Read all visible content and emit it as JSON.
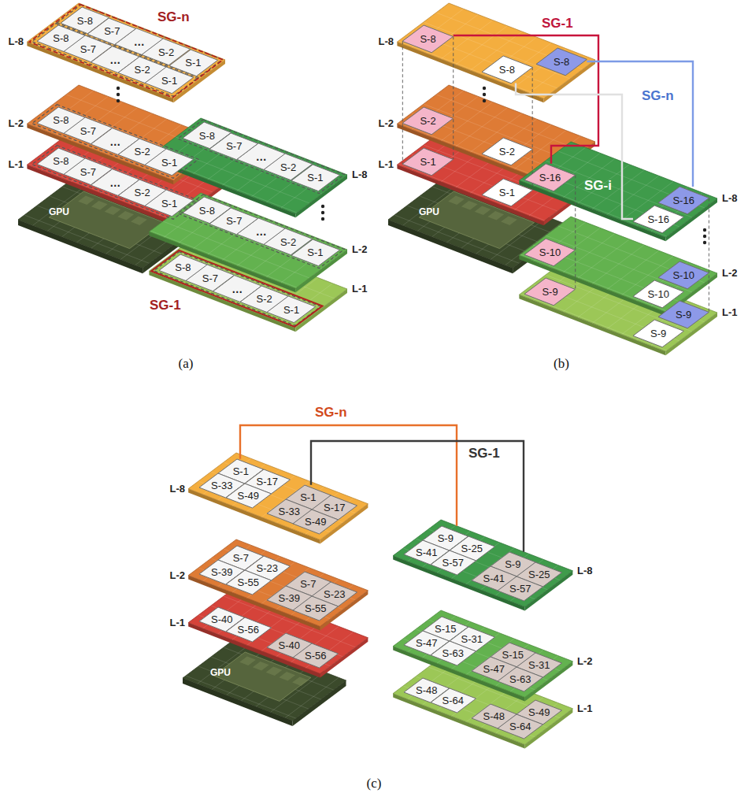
{
  "diagram": {
    "nodes": [
      {
        "text": [
          "S-8"
        ]
      },
      {
        "text": [
          "S-7"
        ]
      },
      {
        "text": [
          "S-2"
        ]
      },
      {
        "text": [
          "S-1"
        ]
      },
      {
        "text": [
          "S-8"
        ]
      },
      {
        "text": [
          "S-7"
        ]
      },
      {
        "text": [
          "S-2"
        ]
      },
      {
        "text": [
          "S-1"
        ]
      },
      {
        "text": [
          "S-8"
        ]
      },
      {
        "text": [
          "S-7"
        ]
      },
      {
        "text": [
          "S-2"
        ]
      },
      {
        "text": [
          "S-1"
        ]
      },
      {
        "text": [
          "S-8"
        ]
      },
      {
        "text": [
          "S-7"
        ]
      },
      {
        "text": [
          "S-2"
        ]
      },
      {
        "text": [
          "S-1"
        ]
      },
      {
        "text": [
          "S-8"
        ]
      },
      {
        "text": [
          "S-7"
        ]
      },
      {
        "text": [
          "S-2"
        ]
      },
      {
        "text": [
          "S-1"
        ]
      },
      {
        "text": [
          "S-8"
        ]
      },
      {
        "text": [
          "S-7"
        ]
      },
      {
        "text": [
          "S-2"
        ]
      },
      {
        "text": [
          "S-1"
        ]
      },
      {
        "text": [
          "S-8"
        ]
      },
      {
        "text": [
          "S-7"
        ]
      },
      {
        "text": [
          "S-2"
        ]
      },
      {
        "text": [
          "S-1"
        ]
      },
      {
        "text": [
          "S-8"
        ]
      },
      {
        "text": [
          "S-8"
        ]
      },
      {
        "text": [
          "S-8"
        ]
      },
      {
        "text": [
          "S-2"
        ]
      },
      {
        "text": [
          "S-2"
        ]
      },
      {
        "text": [
          "S-1"
        ]
      },
      {
        "text": [
          "S-1"
        ]
      },
      {
        "text": [
          "S-16"
        ]
      },
      {
        "text": [
          "S-16"
        ]
      },
      {
        "text": [
          "S-16"
        ]
      },
      {
        "text": [
          "S-10"
        ]
      },
      {
        "text": [
          "S-10"
        ]
      },
      {
        "text": [
          "S-10"
        ]
      },
      {
        "text": [
          "S-9"
        ]
      },
      {
        "text": [
          "S-9"
        ]
      },
      {
        "text": [
          "S-9"
        ]
      },
      {
        "text": [
          "S-1"
        ]
      },
      {
        "text": [
          "S-33"
        ]
      },
      {
        "text": [
          "S-17"
        ]
      },
      {
        "text": [
          "S-49"
        ]
      },
      {
        "text": [
          "S-1"
        ]
      },
      {
        "text": [
          "S-33"
        ]
      },
      {
        "text": [
          "S-17"
        ]
      },
      {
        "text": [
          "S-49"
        ]
      },
      {
        "text": [
          "S-7"
        ]
      },
      {
        "text": [
          "S-39"
        ]
      },
      {
        "text": [
          "S-23"
        ]
      },
      {
        "text": [
          "S-55"
        ]
      },
      {
        "text": [
          "S-7"
        ]
      },
      {
        "text": [
          "S-39"
        ]
      },
      {
        "text": [
          "S-23"
        ]
      },
      {
        "text": [
          "S-55"
        ]
      },
      {
        "text": [
          "S-40"
        ]
      },
      {
        "text": [
          "S-56"
        ]
      },
      {
        "text": [
          "S-40"
        ]
      },
      {
        "text": [
          "S-56"
        ]
      },
      {
        "text": [
          "S-9"
        ]
      },
      {
        "text": [
          "S-41"
        ]
      },
      {
        "text": [
          "S-25"
        ]
      },
      {
        "text": [
          "S-57"
        ]
      },
      {
        "text": [
          "S-9"
        ]
      },
      {
        "text": [
          "S-41"
        ]
      },
      {
        "text": [
          "S-25"
        ]
      },
      {
        "text": [
          "S-57"
        ]
      },
      {
        "text": [
          "S-15"
        ]
      },
      {
        "text": [
          "S-47"
        ]
      },
      {
        "text": [
          "S-31"
        ]
      },
      {
        "text": [
          "S-63"
        ]
      },
      {
        "text": [
          "S-15"
        ]
      },
      {
        "text": [
          "S-47"
        ]
      },
      {
        "text": [
          "S-31"
        ]
      },
      {
        "text": [
          "S-63"
        ]
      },
      {
        "text": [
          "S-48"
        ]
      },
      {
        "text": [
          "S-64"
        ]
      },
      {
        "text": [
          "S-48"
        ]
      },
      {
        "text": [
          "S-49"
        ]
      },
      {
        "text": [
          "S-64"
        ]
      }
    ],
    "edges": [
      {
        "from": 28,
        "to": 35,
        "arrow": "none",
        "label": "SG-1"
      },
      {
        "from": 29,
        "to": 36,
        "arrow": "none",
        "label": "SG-n"
      },
      {
        "from": 30,
        "to": 37,
        "arrow": "none",
        "label": "SG-i"
      },
      {
        "from": 44,
        "to": 64,
        "arrow": "none",
        "label": "SG-n"
      },
      {
        "from": 48,
        "to": 68,
        "arrow": "none",
        "label": "SG-1"
      }
    ],
    "labels": [
      "SG-n",
      "L-8",
      "L-2",
      "L-1",
      "L-8",
      "L-2",
      "L-1",
      "GPU",
      "SG-1",
      "…",
      "…",
      "…",
      "…",
      "…",
      "…",
      "…",
      "(a)",
      "L-8",
      "L-2",
      "L-1",
      "L-8",
      "L-2",
      "L-1",
      "GPU",
      "(b)",
      "L-8",
      "L-2",
      "L-1",
      "L-8",
      "L-2",
      "L-1",
      "GPU",
      "(c)"
    ]
  }
}
